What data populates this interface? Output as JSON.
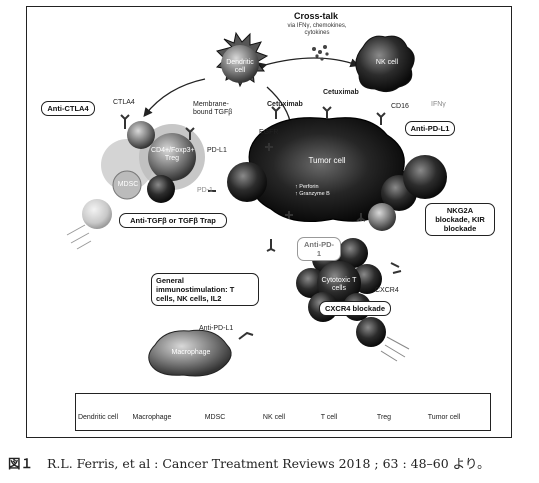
{
  "crosstalk": {
    "title": "Cross-talk",
    "subtitle": "via IFNγ, chemokines, cytokines"
  },
  "cells": {
    "dendritic": "Dendritic cell",
    "nk": "NK cell",
    "tumor": "Tumor cell",
    "treg": "CD4+/Foxp3+ Treg",
    "mdsc": "MDSC",
    "cytotoxic": "Cytotoxic T cells",
    "macrophage": "Macrophage"
  },
  "labels": {
    "ctla4": "CTLA4",
    "membrane_tgfb": "Membrane-bound TGFβ",
    "pdl1_left": "PD-L1",
    "pd1_left": "PD-1",
    "egfr": "EGFR",
    "cetuximab_left": "Cetuximab",
    "cetuximab_right": "Cetuximab",
    "cd16": "CD16",
    "ifng": "IFNγ",
    "perforin": "↑ Perforin",
    "granzyme": "↑ Granzyme B",
    "cxcr4": "CXCR4",
    "pdl1_macrophage": "Anti-PD-L1"
  },
  "therapy_boxes": {
    "anti_ctla4": "Anti-CTLA4",
    "anti_pdl1": "Anti-PD-L1",
    "anti_tgfb": "Anti-TGFβ or TGFβ Trap",
    "nkg2a": "NKG2A blockade, KIR blockade",
    "anti_pd1": "Anti-PD-1",
    "general": "General immunostimulation: T cells, NK cells, IL2",
    "cxcr4_blockade": "CXCR4 blockade"
  },
  "legend": [
    {
      "key": "dendritic",
      "label": "Dendritic cell"
    },
    {
      "key": "macrophage",
      "label": "Macrophage"
    },
    {
      "key": "mdsc",
      "label": "MDSC"
    },
    {
      "key": "nk",
      "label": "NK cell"
    },
    {
      "key": "tcell",
      "label": "T cell"
    },
    {
      "key": "treg",
      "label": "Treg"
    },
    {
      "key": "tumor",
      "label": "Tumor cell"
    }
  ],
  "caption": {
    "figure": "図１",
    "text": "R.L. Ferris, et al : Cancer Treatment Reviews 2018 ; 63 : 48–60 より。"
  }
}
